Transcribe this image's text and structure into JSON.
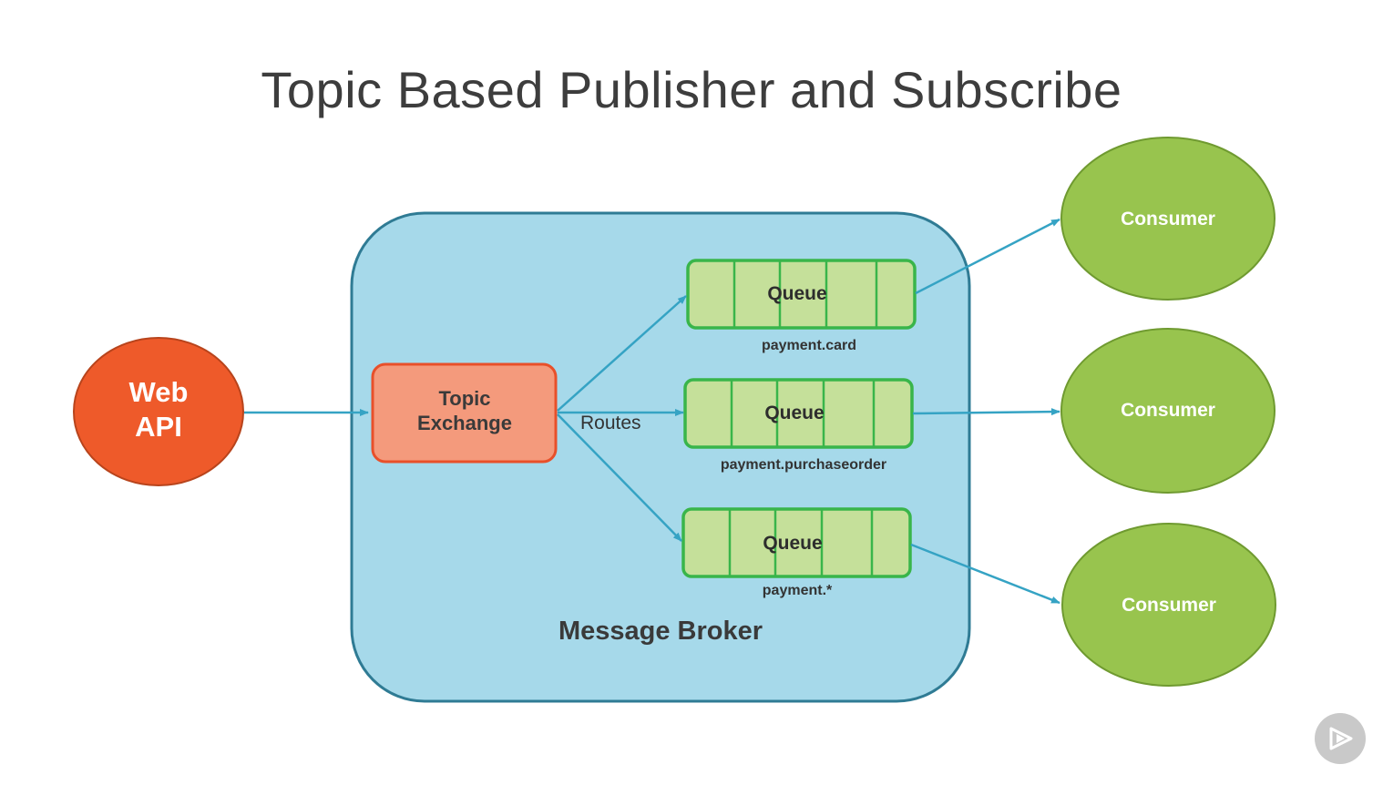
{
  "title": "Topic Based Publisher and Subscribe",
  "publisher": {
    "line1": "Web",
    "line2": "API"
  },
  "exchange": {
    "line1": "Topic",
    "line2": "Exchange"
  },
  "routes_label": "Routes",
  "broker_label": "Message Broker",
  "queues": [
    {
      "label": "Queue",
      "name": "payment.card"
    },
    {
      "label": "Queue",
      "name": "payment.purchaseorder"
    },
    {
      "label": "Queue",
      "name": "payment.*"
    }
  ],
  "consumers": [
    {
      "label": "Consumer"
    },
    {
      "label": "Consumer"
    },
    {
      "label": "Consumer"
    }
  ],
  "colors": {
    "publisher": "#ee5a2a",
    "exchange": "#f49a7c",
    "broker": "#a6d9ea",
    "broker_border": "#2f7b94",
    "queue_fill": "#c5e09a",
    "queue_border": "#39b54a",
    "consumer": "#98c44e",
    "arrow": "#35a3c4"
  },
  "icons": {
    "player": "play-icon"
  }
}
